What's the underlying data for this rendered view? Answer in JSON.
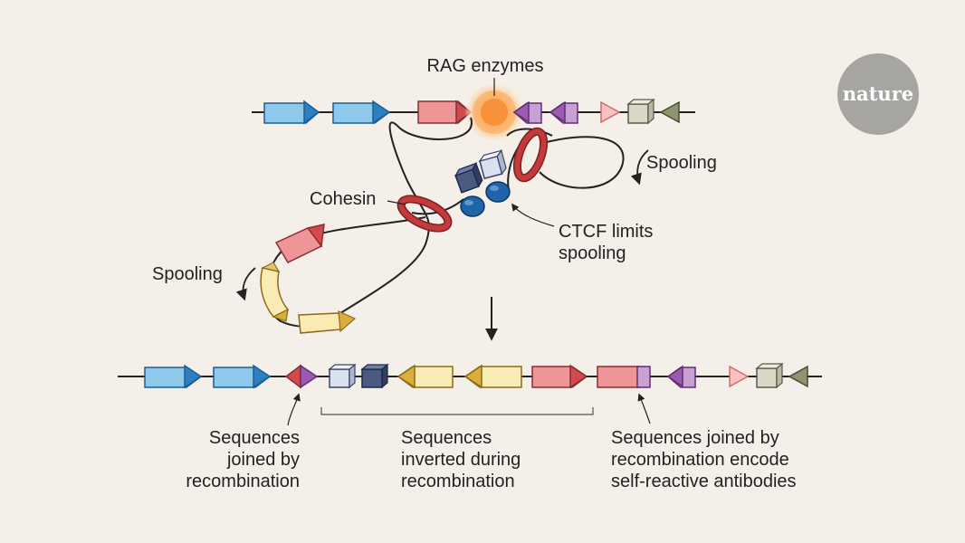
{
  "labels": {
    "rag": "RAG enzymes",
    "spooling_right": "Spooling",
    "spooling_left": "Spooling",
    "cohesin": "Cohesin",
    "ctcf_line1": "CTCF limits",
    "ctcf_line2": "spooling",
    "joined_left_line1": "Sequences",
    "joined_left_line2": "joined by",
    "joined_left_line3": "recombination",
    "inverted_line1": "Sequences",
    "inverted_line2": "inverted during",
    "inverted_line3": "recombination",
    "joined_right_line1": "Sequences joined by",
    "joined_right_line2": "recombination encode",
    "joined_right_line3": "self-reactive antibodies"
  },
  "logo": {
    "text": "nature",
    "icon": "nature-logo"
  },
  "colors": {
    "background": "#f4f0e9",
    "blue_segment": "#8ec9ec",
    "red_segment": "#ee9598",
    "yellow_segment": "#faeab3",
    "purple_segment": "#c8a0d2",
    "pink_triangle": "#f6c3c2",
    "khaki_box": "#d9d8c6",
    "olive_triangle": "#8f9470",
    "cohesin_ring": "#c23a3c",
    "ctcf_blue": "#1f63a8",
    "rag_orange": "#f7a04a"
  }
}
